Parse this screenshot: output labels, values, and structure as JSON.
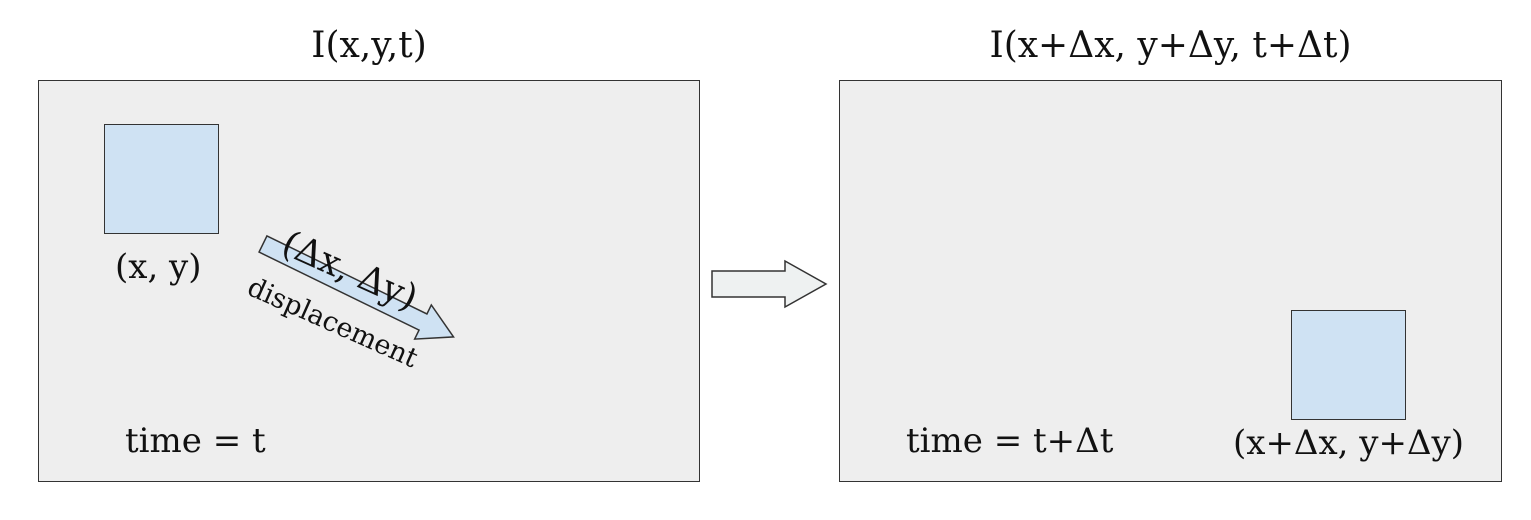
{
  "left_frame": {
    "title": "I(x,y,t)",
    "square_label": "(x, y)",
    "time_label": "time = t",
    "displacement_symbol": "(Δx, Δy)",
    "displacement_word": "displacement"
  },
  "right_frame": {
    "title": "I(x+Δx, y+Δy, t+Δt)",
    "square_label": "(x+Δx, y+Δy)",
    "time_label": "time = t+Δt"
  },
  "colors": {
    "frame_fill": "#eeeeee",
    "square_fill": "#cfe2f3",
    "arrow_fill": "#cfe2f3",
    "transition_arrow_fill": "#eef1f1",
    "stroke": "#333333"
  }
}
